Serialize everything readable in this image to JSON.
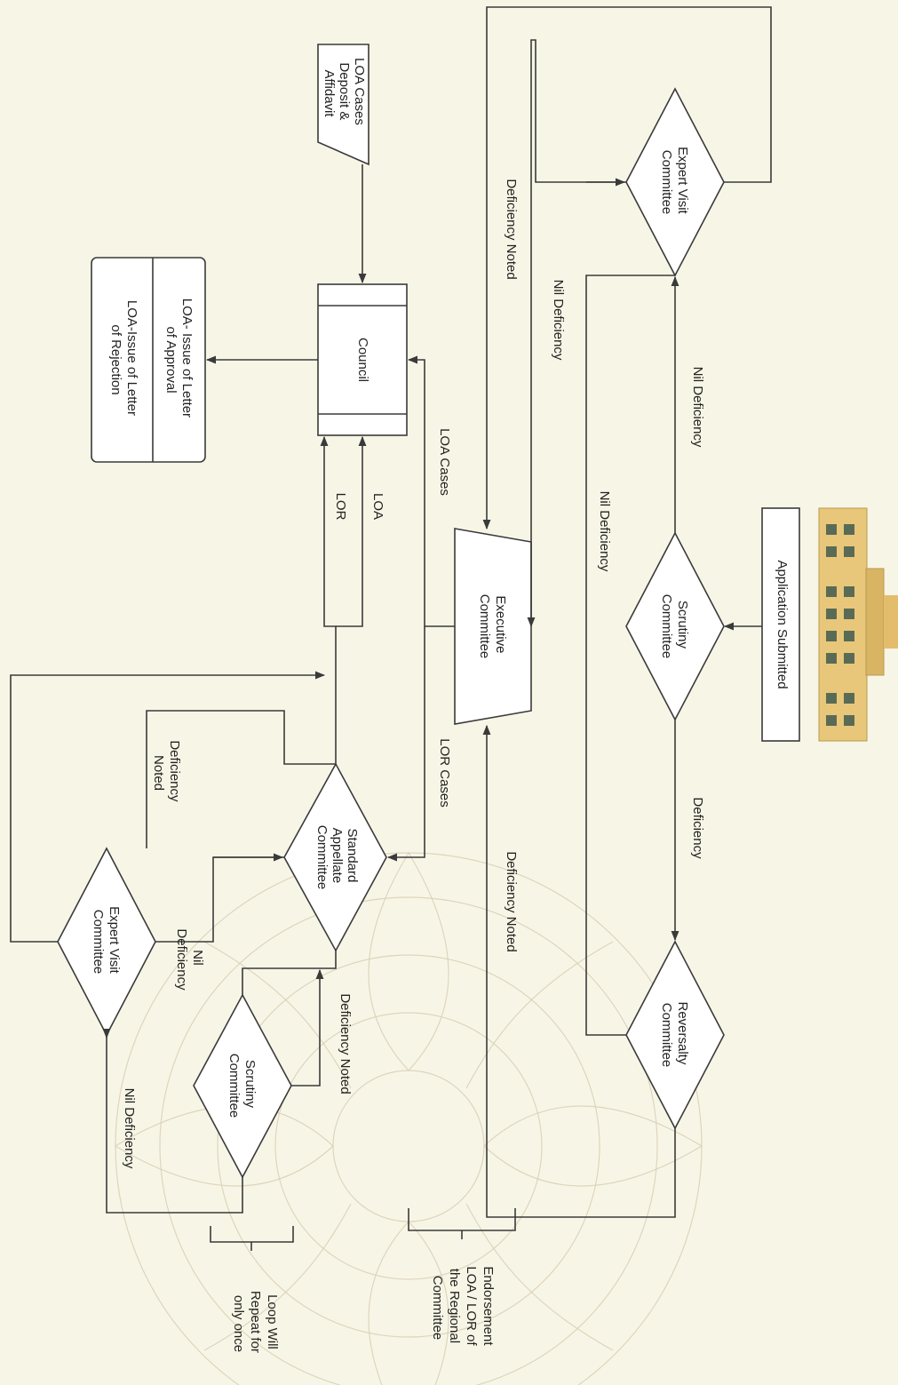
{
  "nodes": {
    "application_submitted": "Application Submitted",
    "scrutiny_committee_top": [
      "Scrutiny",
      "Committee"
    ],
    "expert_visit_committee_top": [
      "Expert Visit",
      "Committee"
    ],
    "executive_committee": [
      "Executive",
      "Committee"
    ],
    "council": "Council",
    "loa_cases_deposit": [
      "LOA Cases",
      "Deposit &",
      "Affidavit"
    ],
    "loa_outcome_approval": [
      "LOA- Issue of Letter",
      "of Approval"
    ],
    "loa_outcome_rejection": [
      "LOA-Issue of Letter",
      "of Rejection"
    ],
    "reversal_committee": [
      "Reversalty",
      "Committee"
    ],
    "standard_appellate_committee": [
      "Standard",
      "Appellate",
      "Committee"
    ],
    "expert_visit_committee_bottom": [
      "Expert Visit",
      "Committee"
    ],
    "scrutiny_committee_bottom": [
      "Scrutiny",
      "Committee"
    ]
  },
  "edges": {
    "deficiency_noted_top": "Deficiency Noted",
    "nil_deficiency_exec": "Nil Deficiency",
    "nil_deficiency_right": "Nil Deficiency",
    "nil_deficiency_mid": "Nil Deficiency",
    "deficiency_right": "Deficiency",
    "deficiency_noted_mid": "Deficiency Noted",
    "loa_cases": "LOA Cases",
    "lor_cases": "LOR Cases",
    "loa": "LOA",
    "lor": "LOR",
    "deficiency_noted_left": [
      "Deficiency",
      "Noted"
    ],
    "nil_deficiency_left": [
      "Nil",
      "Deficiency"
    ],
    "deficiency_noted_loop": "Deficiency Noted",
    "nil_deficiency_bottom": "Nil Deficiency"
  },
  "notes": {
    "endorsement": [
      "Endorsement",
      "LOA / LOR of",
      "the Regional",
      "Committee"
    ],
    "loop_repeat": [
      "Loop Will",
      "Repeat for",
      "only once"
    ]
  }
}
